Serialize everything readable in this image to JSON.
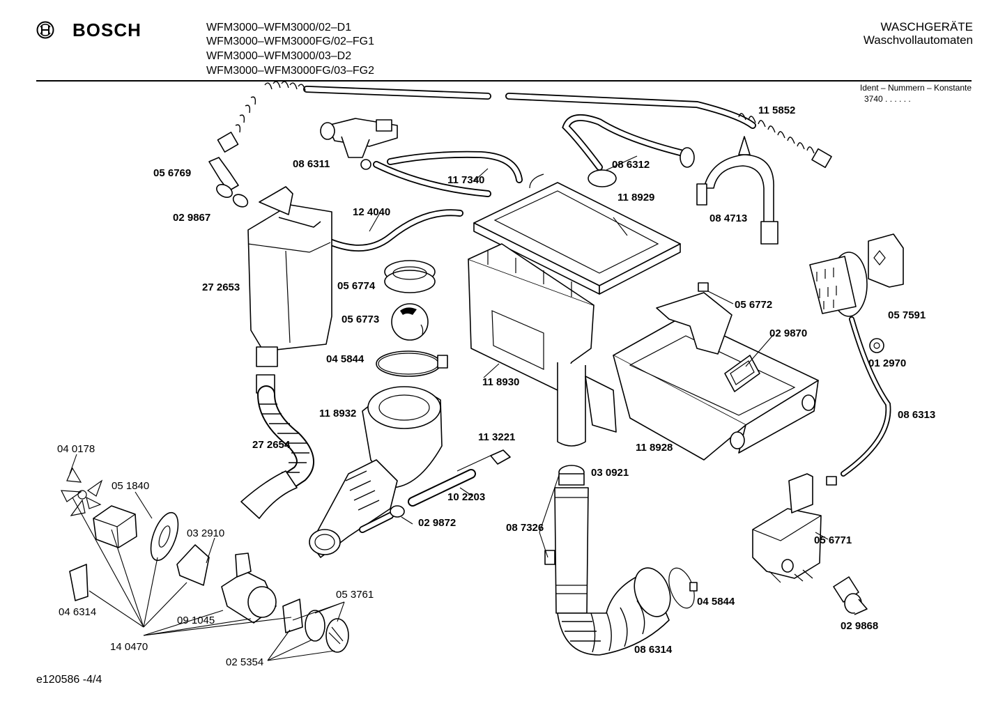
{
  "header": {
    "brand": "BOSCH",
    "models": [
      "WFM3000–WFM3000/02–D1",
      "WFM3000–WFM3000FG/02–FG1",
      "WFM3000–WFM3000/03–D2",
      "WFM3000–WFM3000FG/03–FG2"
    ],
    "category": "WASCHGERÄTE",
    "subcategory": "Waschvollautomaten",
    "ident_label": "Ident – Nummern – Konstante",
    "ident_value": "3740 . . . . . ."
  },
  "footer": {
    "code": "e120586 -4/4"
  },
  "parts": [
    {
      "id": "115852",
      "label": "11 5852",
      "bold": true
    },
    {
      "id": "056769",
      "label": "05 6769",
      "bold": true
    },
    {
      "id": "086311",
      "label": "08 6311",
      "bold": true
    },
    {
      "id": "086312",
      "label": "08 6312",
      "bold": true
    },
    {
      "id": "117340",
      "label": "11 7340",
      "bold": true
    },
    {
      "id": "029867",
      "label": "02 9867",
      "bold": true
    },
    {
      "id": "118929",
      "label": "11 8929",
      "bold": true
    },
    {
      "id": "084713",
      "label": "08 4713",
      "bold": true
    },
    {
      "id": "124040",
      "label": "12 4040",
      "bold": true
    },
    {
      "id": "272653",
      "label": "27 2653",
      "bold": true
    },
    {
      "id": "056774",
      "label": "05 6774",
      "bold": true
    },
    {
      "id": "056773",
      "label": "05 6773",
      "bold": true
    },
    {
      "id": "056772",
      "label": "05 6772",
      "bold": true
    },
    {
      "id": "057591",
      "label": "05 7591",
      "bold": true
    },
    {
      "id": "045844a",
      "label": "04 5844",
      "bold": true
    },
    {
      "id": "029870",
      "label": "02 9870",
      "bold": true
    },
    {
      "id": "118930",
      "label": "11 8930",
      "bold": true
    },
    {
      "id": "012970",
      "label": "01 2970",
      "bold": true
    },
    {
      "id": "118932",
      "label": "11 8932",
      "bold": true
    },
    {
      "id": "086313",
      "label": "08 6313",
      "bold": true
    },
    {
      "id": "272654",
      "label": "27 2654",
      "bold": true
    },
    {
      "id": "113221",
      "label": "11 3221",
      "bold": true
    },
    {
      "id": "118928",
      "label": "11 8928",
      "bold": true
    },
    {
      "id": "040178",
      "label": "04 0178",
      "bold": false
    },
    {
      "id": "030921",
      "label": "03 0921",
      "bold": true
    },
    {
      "id": "051840",
      "label": "05 1840",
      "bold": false
    },
    {
      "id": "102203",
      "label": "10 2203",
      "bold": true
    },
    {
      "id": "087326",
      "label": "08 7326",
      "bold": true
    },
    {
      "id": "029872",
      "label": "02 9872",
      "bold": true
    },
    {
      "id": "032910",
      "label": "03 2910",
      "bold": false
    },
    {
      "id": "056771",
      "label": "05 6771",
      "bold": true
    },
    {
      "id": "053761",
      "label": "05 3761",
      "bold": false
    },
    {
      "id": "045844b",
      "label": "04 5844",
      "bold": true
    },
    {
      "id": "046314",
      "label": "04 6314",
      "bold": false
    },
    {
      "id": "091045",
      "label": "09 1045",
      "bold": false
    },
    {
      "id": "029868",
      "label": "02 9868",
      "bold": true
    },
    {
      "id": "140470",
      "label": "14 0470",
      "bold": false
    },
    {
      "id": "086314",
      "label": "08 6314",
      "bold": true
    },
    {
      "id": "025354",
      "label": "02 5354",
      "bold": false
    }
  ]
}
